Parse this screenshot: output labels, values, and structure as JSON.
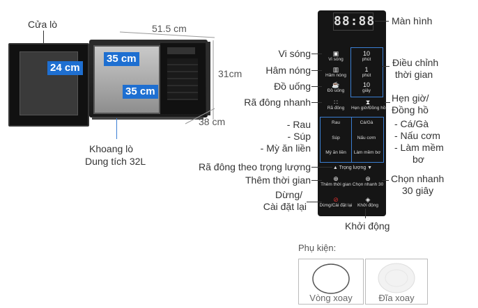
{
  "left": {
    "door_label": "Cửa lò",
    "width_dim": "51.5 cm",
    "height_dim": "31cm",
    "depth_dim": "38 cm",
    "inner_w": "35 cm",
    "inner_h": "24 cm",
    "inner_d": "35 cm",
    "cavity_label_1": "Khoang lò",
    "cavity_label_2": "Dung tích 32L"
  },
  "panel": {
    "display": "88:88",
    "buttons": {
      "vi_song": "Vi sóng",
      "p10": "10",
      "phut": "phút",
      "ham_nong": "Hâm nóng",
      "p1": "1",
      "phut2": "phút",
      "do_uong": "Đồ uống",
      "s10": "10",
      "giay": "giây",
      "ra_dong": "Rã đông",
      "hen_gio": "Hẹn giờ/Đồng hồ",
      "rau": "Rau",
      "ca_ga": "Cá/Gà",
      "sup": "Súp",
      "nau_com": "Nấu cơm",
      "my_an_lien": "Mỳ ăn liền",
      "lam_mem_bo": "Làm mềm bơ",
      "trong_luong": "Trọng lượng",
      "them_thoi_gian": "Thêm thời gian",
      "chon_nhanh_30": "Chọn nhanh 30",
      "dung_cai_dat": "Dừng/Cài đặt lại",
      "khoi_dong": "Khởi động"
    }
  },
  "callouts": {
    "man_hinh": "Màn hình",
    "vi_song": "Vi sóng",
    "ham_nong": "Hâm nóng",
    "do_uong": "Đồ uống",
    "ra_dong_nhanh": "Rã đông nhanh",
    "dieu_chinh_1": "Điều chỉnh",
    "dieu_chinh_2": "thời gian",
    "hen_gio_1": "Hẹn giờ/",
    "hen_gio_2": "Đồng hồ",
    "rau": "- Rau",
    "sup": "- Súp",
    "my": "- Mỳ ăn liền",
    "ca_ga": "- Cá/Gà",
    "nau_com": "- Nấu cơm",
    "lam_mem_1": "- Làm mềm",
    "lam_mem_2": "bơ",
    "ra_dong_tl": "Rã đông theo trọng lượng",
    "them_tg": "Thêm thời gian",
    "chon_nhanh_1": "Chọn nhanh",
    "chon_nhanh_2": "30 giây",
    "dung_1": "Dừng/",
    "dung_2": "Cài đặt lại",
    "khoi_dong": "Khởi động"
  },
  "accessories": {
    "title": "Phụ kiện:",
    "ring": "Vòng xoay",
    "plate": "Đĩa xoay"
  }
}
